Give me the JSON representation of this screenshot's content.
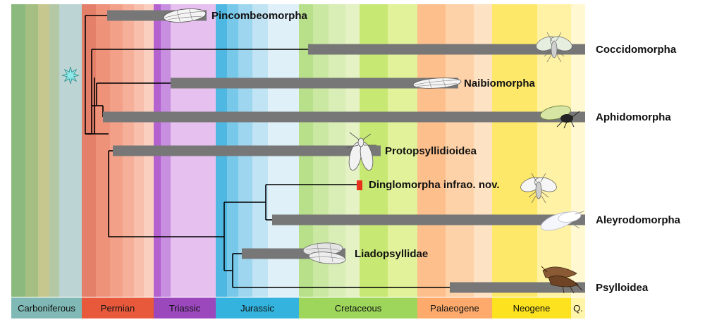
{
  "periods": [
    {
      "name": "Carboniferous",
      "color": "#7fb8b4"
    },
    {
      "name": "Permian",
      "color": "#e8593c"
    },
    {
      "name": "Triassic",
      "color": "#9b48bd"
    },
    {
      "name": "Jurassic",
      "color": "#33b3dd"
    },
    {
      "name": "Cretaceous",
      "color": "#9dd65a"
    },
    {
      "name": "Palaeogene",
      "color": "#fdaa6c"
    },
    {
      "name": "Neogene",
      "color": "#fde31f"
    },
    {
      "name": "Q.",
      "color": "#fff4a8"
    }
  ],
  "taxa": [
    {
      "name": "Pincombeomorpha"
    },
    {
      "name": "Coccidomorpha"
    },
    {
      "name": "Naibiomorpha"
    },
    {
      "name": "Aphidomorpha"
    },
    {
      "name": "Protopsyllidioidea"
    },
    {
      "name": "Dinglomorpha infrao. nov."
    },
    {
      "name": "Aleyrodomorpha"
    },
    {
      "name": "Liadopsyllidae"
    },
    {
      "name": "Psylloidea"
    }
  ],
  "colors": {
    "range_bar": "#777777",
    "tree": "#000000",
    "root_star": "#8ee8e8",
    "new_taxon": "#e8321c"
  }
}
